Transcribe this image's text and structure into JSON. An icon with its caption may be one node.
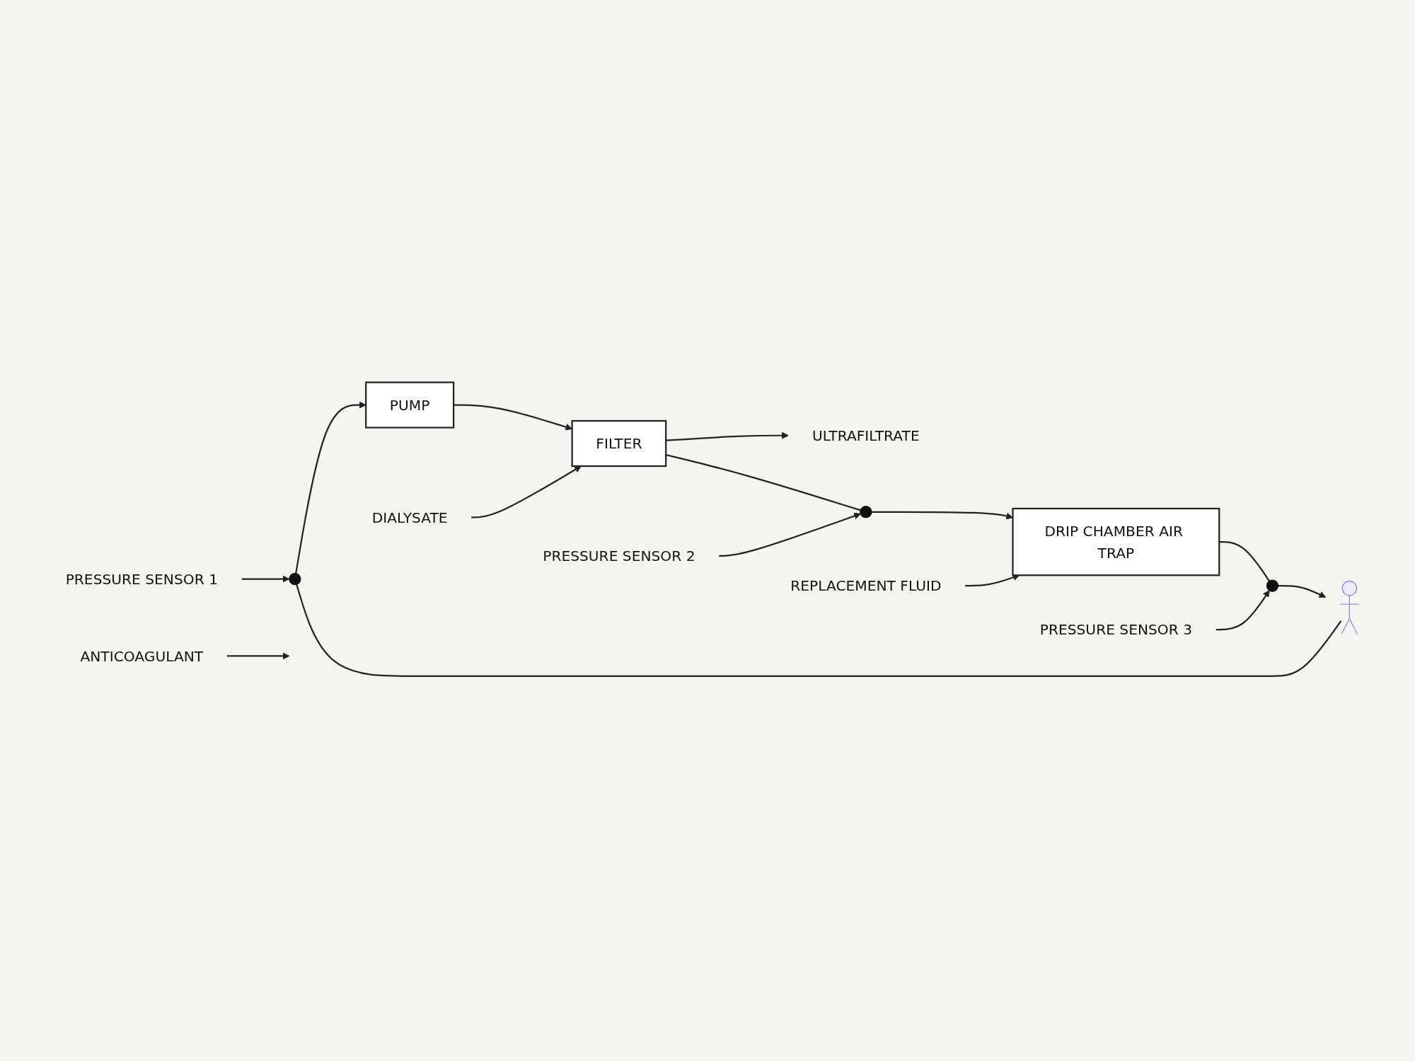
{
  "diagram": {
    "nodes": [
      {
        "text": [
          "PRESSURE SENSOR 1"
        ]
      },
      {
        "text": [
          "ANTICOAGULANT"
        ]
      },
      {
        "text": [
          "PUMP"
        ]
      },
      {
        "text": [],
        "shape": "circle"
      },
      {
        "text": [],
        "shape": "person"
      },
      {
        "text": [
          "FILTER"
        ]
      },
      {
        "text": [
          "ULTRAFILTRATE"
        ]
      },
      {
        "text": [
          "DIALYSATE"
        ]
      },
      {
        "text": [],
        "shape": "circle"
      },
      {
        "text": [
          "PRESSURE SENSOR 2"
        ]
      },
      {
        "text": [],
        "shape": "circle"
      },
      {
        "text": [
          "DRIP CHAMBER AIR TRAP"
        ]
      },
      {
        "text": [
          "PRESSURE SENSOR 3"
        ]
      },
      {
        "text": [
          "REPLACEMENT FLUID"
        ]
      }
    ],
    "edges": [
      {
        "from": 4,
        "to": 3,
        "arrow": "none"
      },
      {
        "from": 3,
        "to": 2,
        "arrow": "to"
      },
      {
        "from": 2,
        "to": 5,
        "arrow": "to"
      },
      {
        "from": 1,
        "to": null,
        "arrow": "to"
      },
      {
        "from": 5,
        "to": 6,
        "arrow": "to"
      },
      {
        "from": 7,
        "to": 5,
        "arrow": "to"
      },
      {
        "from": 5,
        "to": 8,
        "arrow": "none"
      },
      {
        "from": 8,
        "to": 11,
        "arrow": "to"
      },
      {
        "from": 9,
        "to": 8,
        "arrow": "to"
      },
      {
        "from": 13,
        "to": 11,
        "arrow": "to"
      },
      {
        "from": 11,
        "to": 10,
        "arrow": "none"
      },
      {
        "from": 10,
        "to": 4,
        "arrow": "to"
      },
      {
        "from": 0,
        "to": 3,
        "arrow": "to"
      },
      {
        "from": 12,
        "to": 10,
        "arrow": "to"
      }
    ]
  }
}
